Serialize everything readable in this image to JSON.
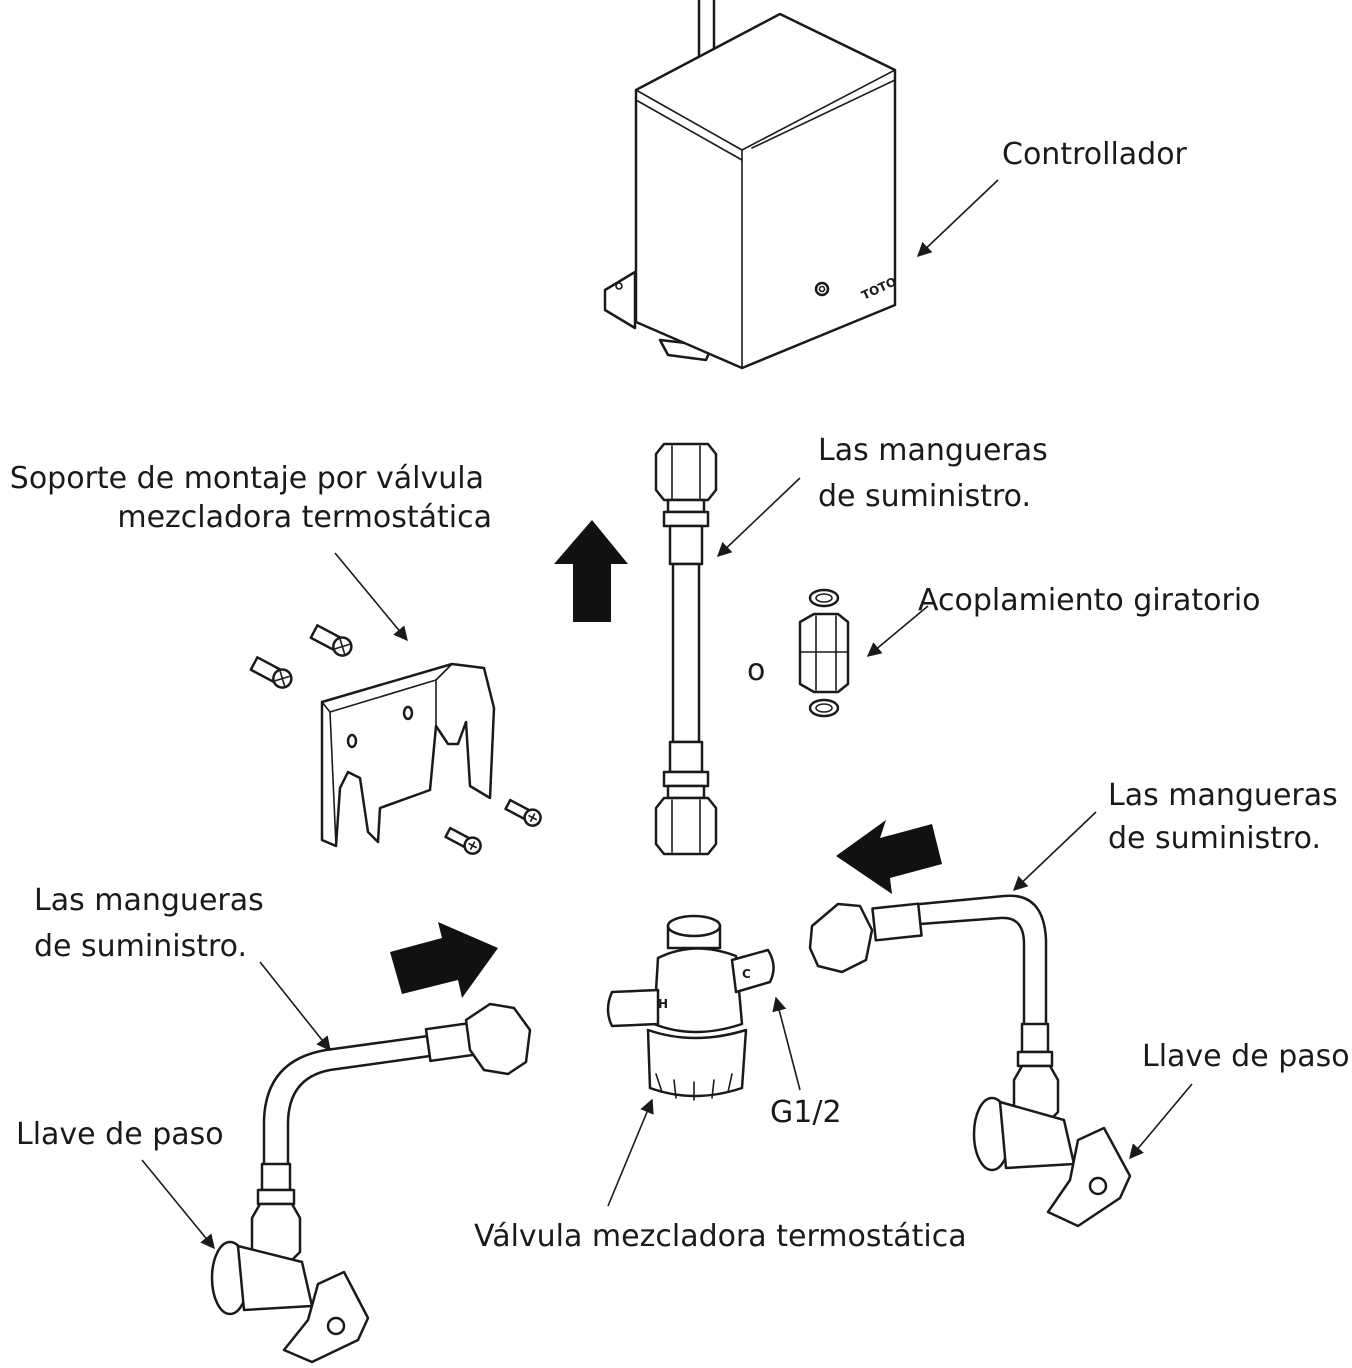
{
  "labels": {
    "controller": "Controllador",
    "supply_hose_top_line1": "Las mangueras",
    "supply_hose_top_line2": "de suministro.",
    "mounting_bracket_line1": "Soporte de montaje por válvula",
    "mounting_bracket_line2": "mezcladora termostática",
    "swivel_coupling": "Acoplamiento giratorio",
    "or_marker": "o",
    "supply_hose_right_line1": "Las mangueras",
    "supply_hose_right_line2": "de suministro.",
    "supply_hose_left_line1": "Las mangueras",
    "supply_hose_left_line2": "de suministro.",
    "stop_valve_right": "Llave de paso",
    "stop_valve_left": "Llave de paso",
    "thread_size": "G1/2",
    "mixing_valve": "Válvula mezcladora termostática"
  },
  "markings": {
    "brand": "TOTO",
    "hot_port": "H",
    "cold_port": "C"
  }
}
